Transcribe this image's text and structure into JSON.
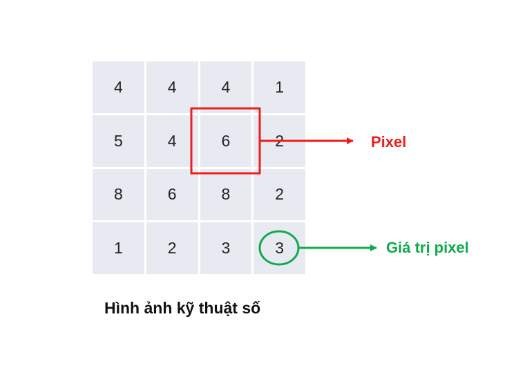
{
  "grid": {
    "rows": [
      [
        "4",
        "4",
        "4",
        "1"
      ],
      [
        "5",
        "4",
        "6",
        "2"
      ],
      [
        "8",
        "6",
        "8",
        "2"
      ],
      [
        "1",
        "2",
        "3",
        "3"
      ]
    ]
  },
  "annotations": {
    "pixel": {
      "label": "Pixel",
      "color": "#ee1c1c",
      "highlighted_cell": {
        "row": 1,
        "col": 2
      }
    },
    "pixel_value": {
      "label": "Giá trị pixel",
      "color": "#10aa4c",
      "highlighted_cell": {
        "row": 3,
        "col": 3
      }
    }
  },
  "caption": "Hình ảnh kỹ thuật số"
}
